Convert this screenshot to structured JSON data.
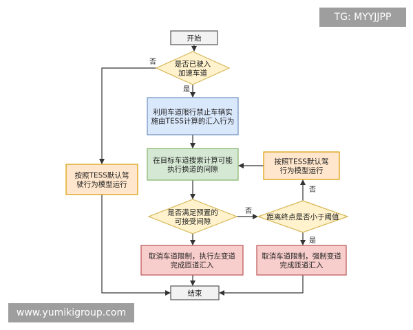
{
  "nodes": {
    "start": {
      "label": [
        "开始"
      ],
      "fill": "#f2f2f2",
      "stroke": "#555555"
    },
    "q_accel_lane": {
      "label": [
        "是否已驶入",
        "加速车道"
      ],
      "fill": "#fff2cc",
      "stroke": "#d6b656"
    },
    "lane_restrict": {
      "label": [
        "利用车道限行禁止车辆实",
        "施由TESS计算的汇入行为"
      ],
      "fill": "#dae8fc",
      "stroke": "#6c8ebf"
    },
    "search_gap": {
      "label": [
        "在目标车道搜索计算可能",
        "执行换道的间隙"
      ],
      "fill": "#d5e8d4",
      "stroke": "#82b366"
    },
    "default_left": {
      "label": [
        "按照TESS默认驾",
        "驶行为模型运行"
      ],
      "fill": "#ffe6cc",
      "stroke": "#d79b00"
    },
    "default_right": {
      "label": [
        "按照TESS默认驾",
        "行为模型运行"
      ],
      "fill": "#ffe6cc",
      "stroke": "#d79b00"
    },
    "q_gap": {
      "label": [
        "是否满足预置的",
        "可接受间隙"
      ],
      "fill": "#fff2cc",
      "stroke": "#d6b656"
    },
    "q_distance": {
      "label": [
        "距离终点是否小于阈值"
      ],
      "fill": "#fff2cc",
      "stroke": "#d6b656"
    },
    "cancel_left": {
      "label": [
        "取消车道限制，执行左变道",
        "完成匝道汇入"
      ],
      "fill": "#f8cecc",
      "stroke": "#b85450"
    },
    "cancel_force": {
      "label": [
        "取消车道限制，强制变道",
        "完成匝道汇入"
      ],
      "fill": "#f8cecc",
      "stroke": "#b85450"
    },
    "end": {
      "label": [
        "结束"
      ],
      "fill": "#f2f2f2",
      "stroke": "#555555"
    }
  },
  "edges": [
    {
      "from": "start",
      "to": "q_accel_lane",
      "label": ""
    },
    {
      "from": "q_accel_lane",
      "to": "lane_restrict",
      "label": "是"
    },
    {
      "from": "q_accel_lane",
      "to": "default_left",
      "label": "否"
    },
    {
      "from": "lane_restrict",
      "to": "search_gap",
      "label": ""
    },
    {
      "from": "search_gap",
      "to": "q_gap",
      "label": ""
    },
    {
      "from": "q_gap",
      "to": "cancel_left",
      "label": ""
    },
    {
      "from": "q_gap",
      "to": "q_distance",
      "label": "否"
    },
    {
      "from": "q_distance",
      "to": "cancel_force",
      "label": "是"
    },
    {
      "from": "q_distance",
      "to": "default_right",
      "label": "否"
    },
    {
      "from": "default_right",
      "to": "search_gap",
      "label": ""
    },
    {
      "from": "default_left",
      "to": "end",
      "label": ""
    },
    {
      "from": "cancel_left",
      "to": "end",
      "label": ""
    },
    {
      "from": "cancel_force",
      "to": "end",
      "label": ""
    }
  ],
  "line_color": "#333333",
  "watermarks": {
    "top_right": "TG: MYYJJPP",
    "bottom_left": "www.yumikigroup.com"
  }
}
